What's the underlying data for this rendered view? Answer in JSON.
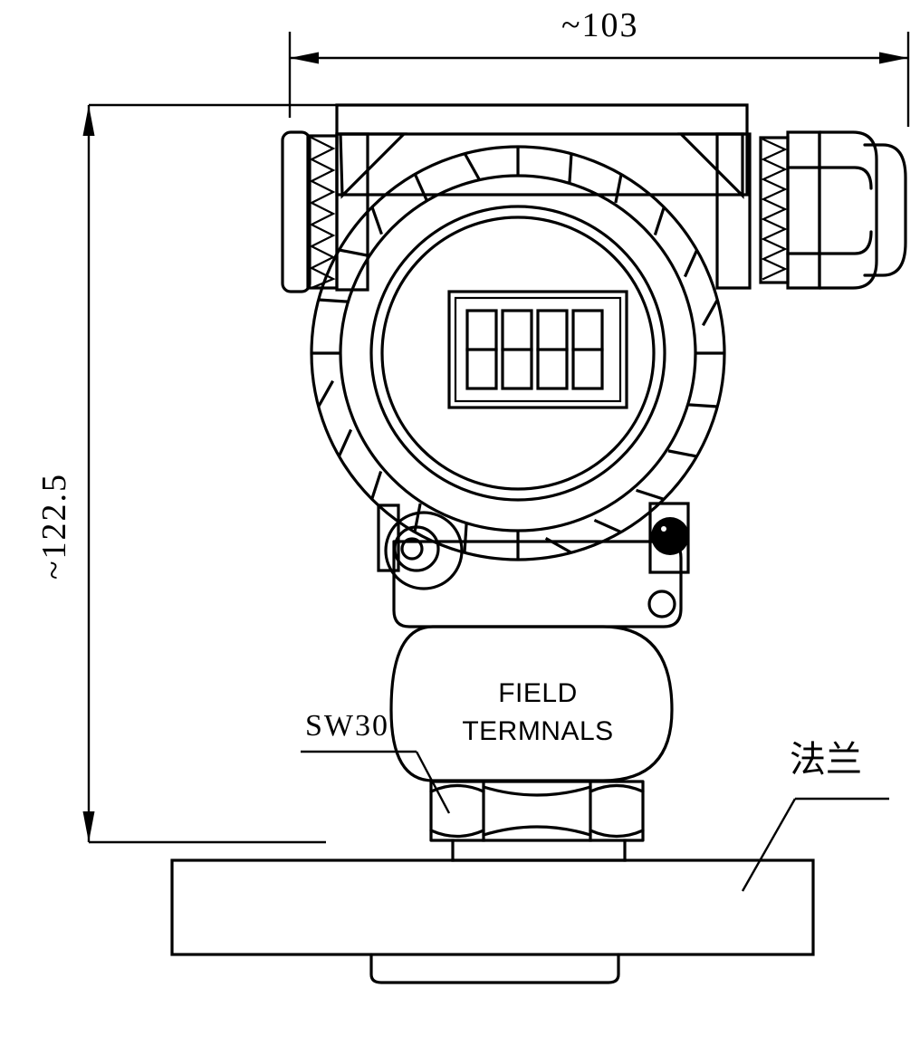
{
  "drawing": {
    "title": "Pressure Transmitter Front View Dimensional Drawing",
    "units": "mm",
    "line_color": "#000000",
    "background_color": "#ffffff"
  },
  "dimensions": {
    "width": {
      "label": "~103",
      "orientation": "horizontal",
      "position": "top"
    },
    "height": {
      "label": "~122.5",
      "orientation": "vertical-rotated",
      "position": "left"
    }
  },
  "labels": {
    "wrench_size": "SW30",
    "flange_cn": "法兰",
    "terminal_line1": "FIELD",
    "terminal_line2": "TERMNALS"
  },
  "components": {
    "housing": "electronics-housing",
    "display": "lcd-display-window",
    "display_digits": 4,
    "left_port": "conduit-port-cap",
    "right_port": "cable-gland",
    "knurl_segments": 24,
    "hex_nut": "process-connection-hex-nut",
    "flange": "mounting-flange-plate"
  }
}
